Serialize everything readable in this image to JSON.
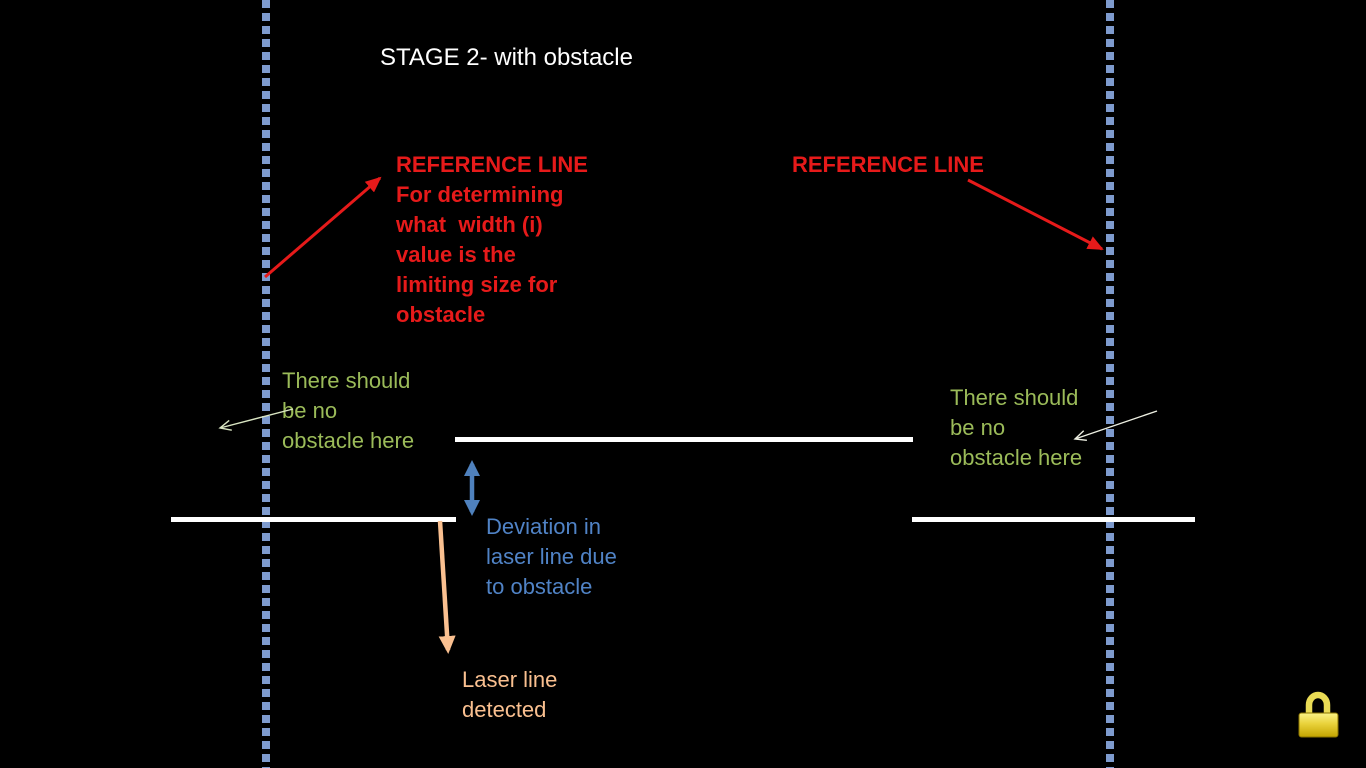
{
  "slide": {
    "title": "STAGE 2- with obstacle"
  },
  "annotations": {
    "reference_left": {
      "text": "REFERENCE LINE\nFor determining\nwhat  width (i)\nvalue is the\nlimiting size for\nobstacle",
      "color": "#E61A1A"
    },
    "reference_right": {
      "text": "REFERENCE LINE",
      "color": "#E61A1A"
    },
    "no_obstacle_left": {
      "text": "There should\nbe no\nobstacle here",
      "color": "#9BBB59"
    },
    "no_obstacle_right": {
      "text": "There should\nbe no\nobstacle here",
      "color": "#9BBB59"
    },
    "deviation": {
      "text": "Deviation in\nlaser line due\nto obstacle",
      "color": "#5083C6"
    },
    "laser_detected": {
      "text": "Laser line\ndetected",
      "color": "#FAC090"
    }
  },
  "diagram": {
    "background_color": "#000000",
    "title_color": "#FFFFFF",
    "reference_dotted_line_color": "#7E9BCE",
    "laser_line_color": "#FFFFFF",
    "red_arrow_color": "#E61A1A",
    "deviation_arrow_color": "#4F81BD",
    "laser_detected_arrow_color": "#FAC090",
    "pale_pointer_left_color": "#D9E5C2",
    "pale_pointer_right_color": "#EDEFE2",
    "laser_segments": [
      "left",
      "middle-deviated-up",
      "right"
    ]
  },
  "icons": {
    "lock": "padlock-icon",
    "lock_color": "#E9D23B"
  }
}
